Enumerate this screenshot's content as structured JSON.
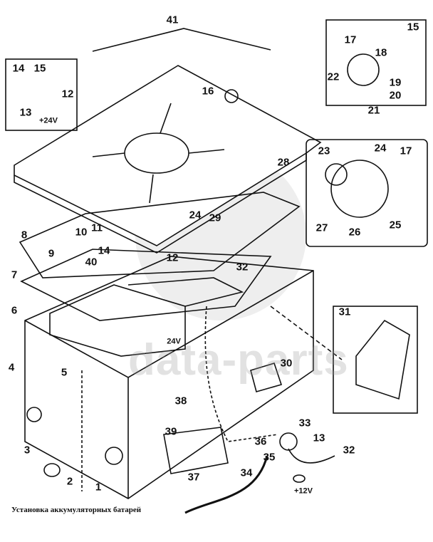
{
  "caption": "Установка аккумуляторных батарей",
  "watermark": "data-parts",
  "labels": [
    "41",
    "14",
    "15",
    "12",
    "13",
    "+24V",
    "16",
    "17",
    "15",
    "18",
    "22",
    "19",
    "20",
    "21",
    "28",
    "23",
    "24",
    "17",
    "27",
    "26",
    "25",
    "8",
    "10",
    "11",
    "24",
    "29",
    "9",
    "14",
    "40",
    "12",
    "32",
    "7",
    "6",
    "24V",
    "31",
    "4",
    "5",
    "30",
    "38",
    "39",
    "36",
    "33",
    "13",
    "32",
    "35",
    "37",
    "34",
    "+12V",
    "3",
    "2",
    "1"
  ]
}
